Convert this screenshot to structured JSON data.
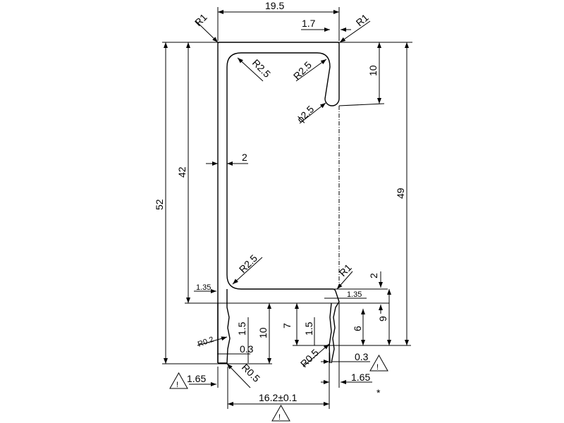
{
  "drawing": {
    "dims": {
      "width_top": "19.5",
      "lip_gap": "1.7",
      "height_total": "52",
      "height_inner": "42",
      "height_right": "49",
      "lip_depth": "10",
      "wall": "2",
      "step_right": "2",
      "left_135": "1.35",
      "right_135": "1.35",
      "left_15": "1.5",
      "right_15": "1.5",
      "left_10": "10",
      "right_7": "7",
      "right_6": "6",
      "right_9": "9",
      "left_03": "0.3",
      "right_03": "0.3",
      "left_165": "1.65",
      "right_165": "1.65",
      "bottom_width": "16.2±0.1"
    },
    "radii": {
      "r1_left": "R1",
      "r1_right": "R1",
      "r25_top_left": "R2.5",
      "r25_top_right": "R2.5",
      "dia25": "ϕ2.5",
      "r25_bottom": "R2.5",
      "r1_bottom": "R1",
      "r02": "R0.2",
      "r05_left": "R0.5",
      "r05_right": "R0.5"
    },
    "marks": {
      "warning": "!",
      "asterisk": "*"
    }
  }
}
